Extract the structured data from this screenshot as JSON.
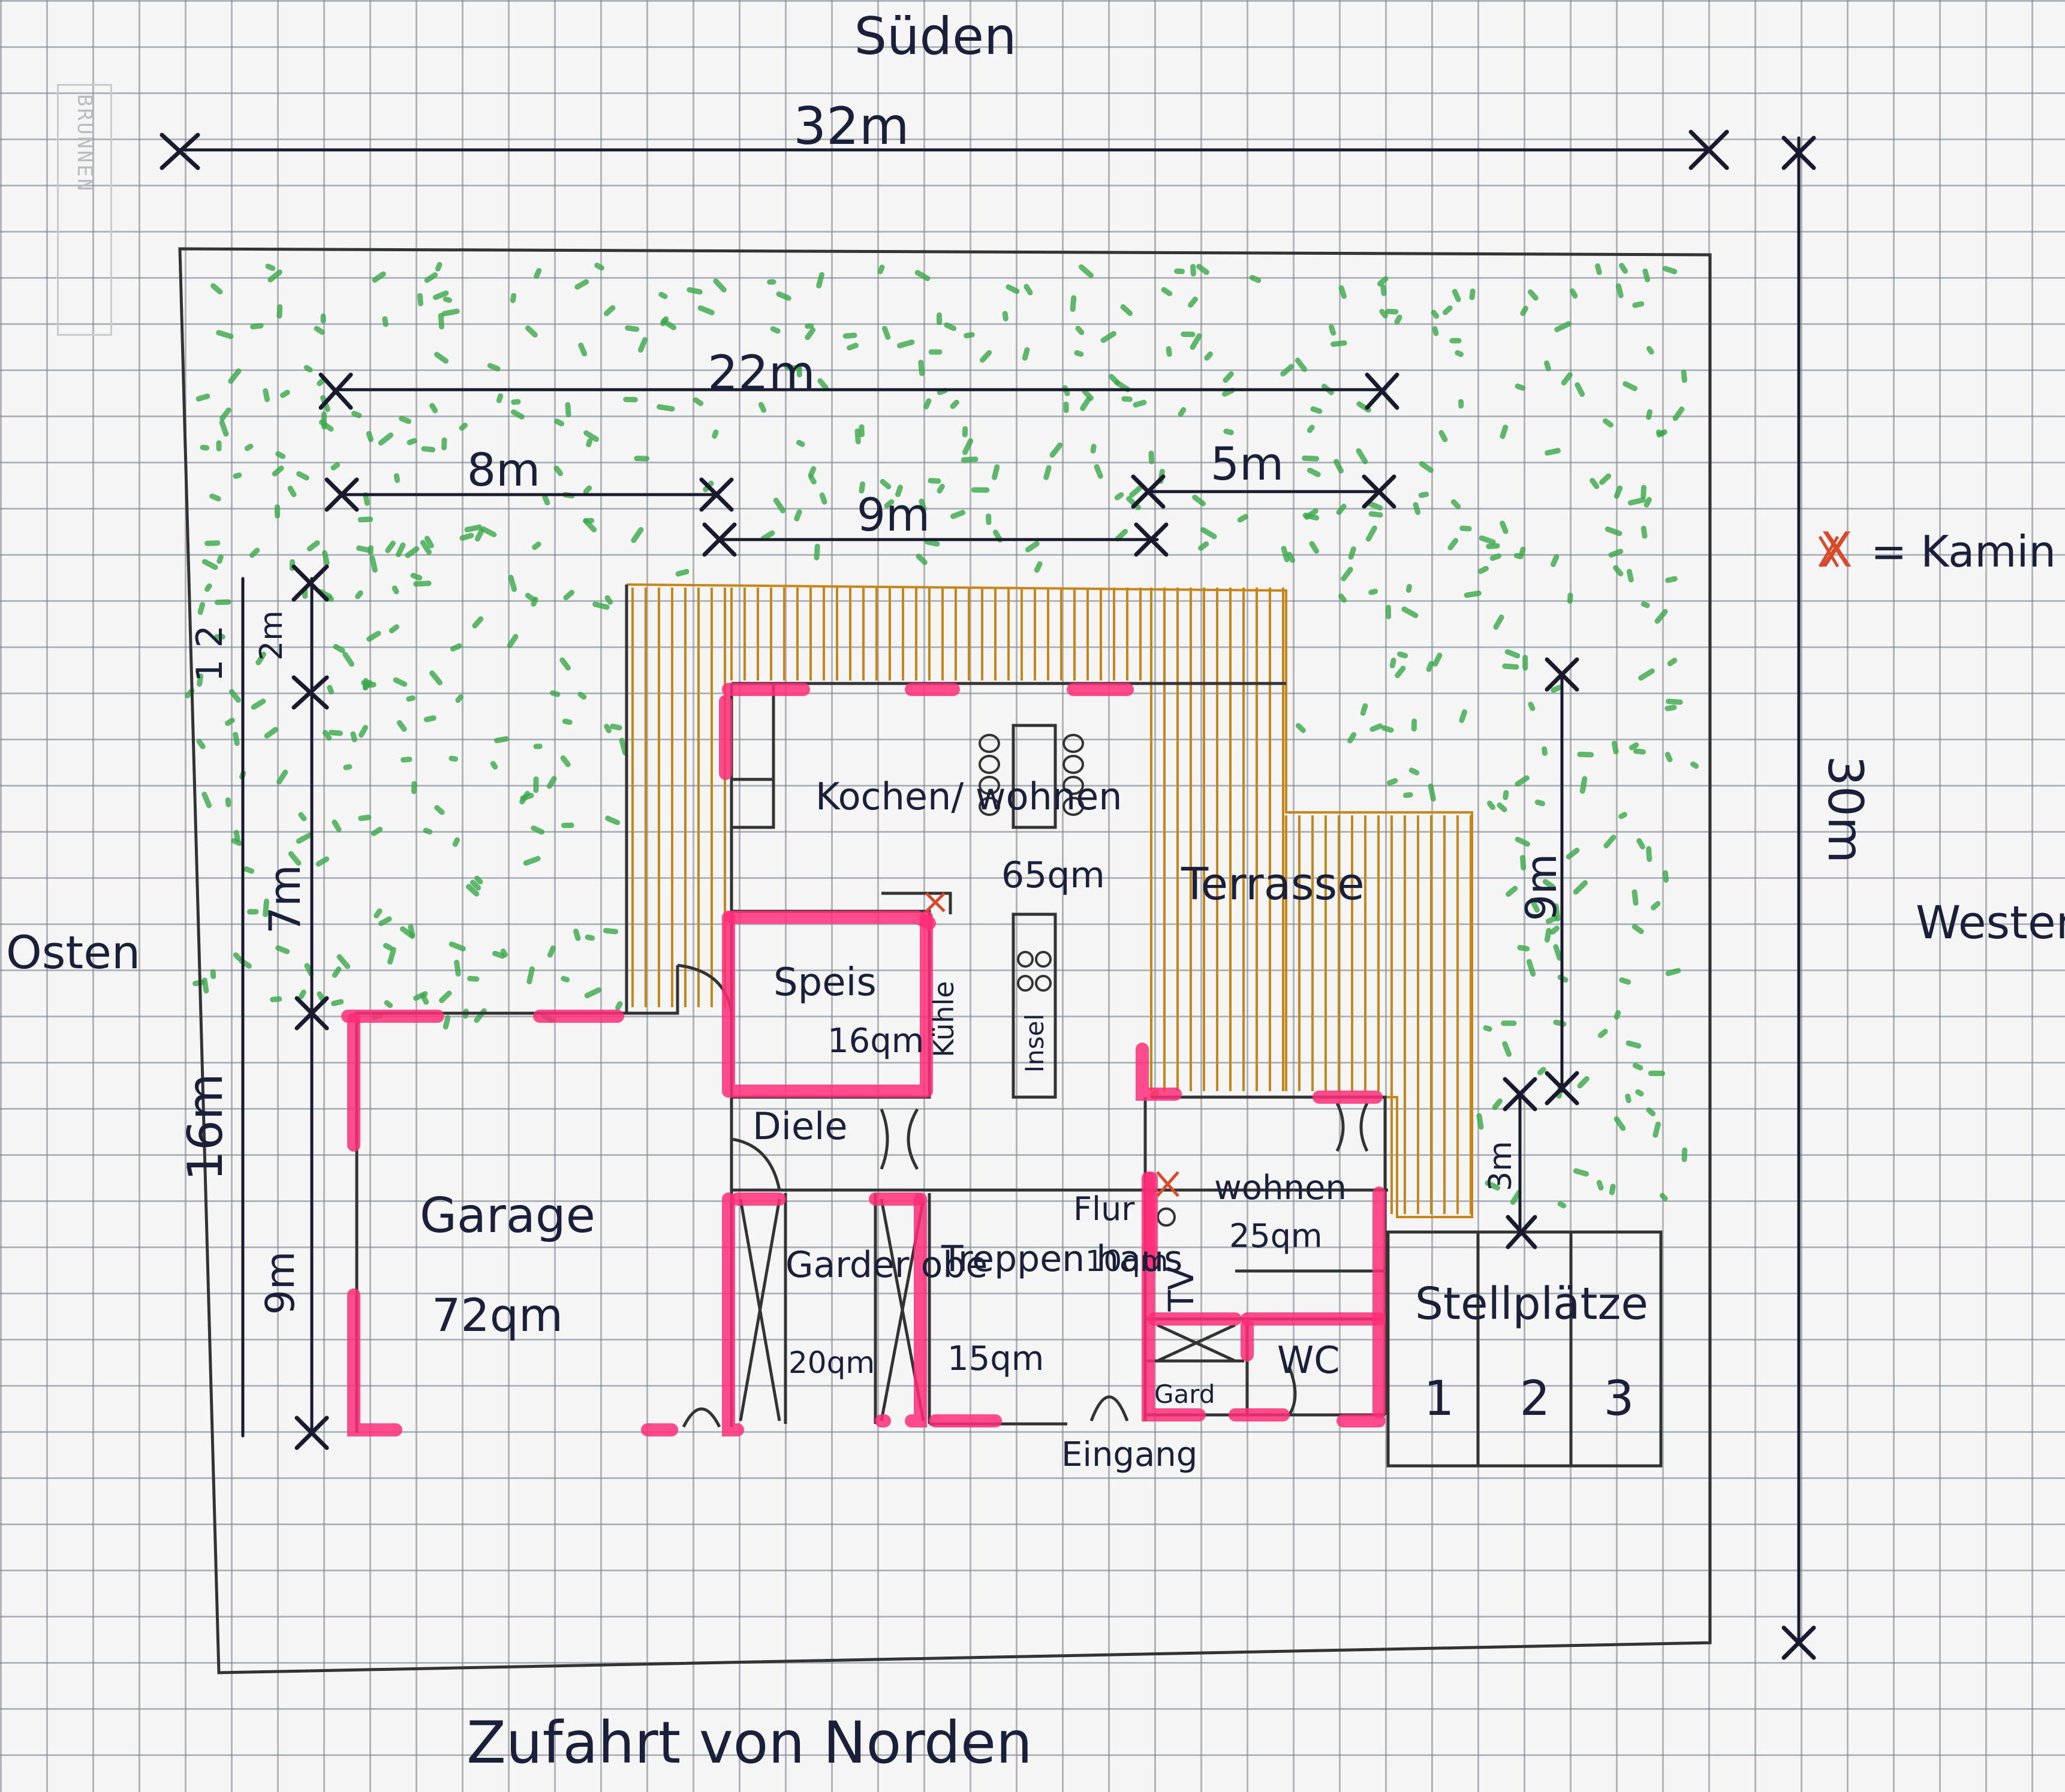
{
  "brand": "BRUNNEN",
  "directions": {
    "south": "Süden",
    "north": "Zufahrt von Norden",
    "east": "Osten",
    "west": "Westen"
  },
  "legend": {
    "symbol": "X",
    "label": "= Kamin",
    "symbol_color": "#d94a2a"
  },
  "dimensions": {
    "plot_width": "32m",
    "plot_depth": "30m",
    "house_width": "22m",
    "seg_left": "8m",
    "seg_mid": "9m",
    "seg_right": "5m",
    "left_total": "16m",
    "left_top": "2m",
    "left_mid": "7m",
    "left_bottom": "9m",
    "right_upper": "9m",
    "right_lower": "3m",
    "left_small": "1 2"
  },
  "rooms": {
    "kitchen": "Kochen/ wohnen",
    "kitchen_area": "65qm",
    "pantry": "Speis",
    "pantry_area": "16qm",
    "cooler": "Kühle",
    "island": "Insel",
    "terrace": "Terrasse",
    "garage": "Garage",
    "garage_area": "72qm",
    "hall": "Diele",
    "wardrobe": "Garder obe",
    "wardrobe_area": "20qm",
    "stairs": "Treppen haus",
    "stairs_area": "15qm",
    "corridor": "Flur",
    "corridor_area": "10qm",
    "living": "wohnen",
    "living_area": "25qm",
    "tv": "TV",
    "wc": "WC",
    "garderobe_small": "Gard",
    "entrance": "Eingang",
    "parking": "Stellplätze",
    "parking_numbers": [
      "1",
      "2",
      "3"
    ]
  },
  "colors": {
    "wall_highlight": "#ff2d78",
    "deck": "#c8861a",
    "grass": "#3aa84a",
    "ink": "#1a1f3a"
  }
}
